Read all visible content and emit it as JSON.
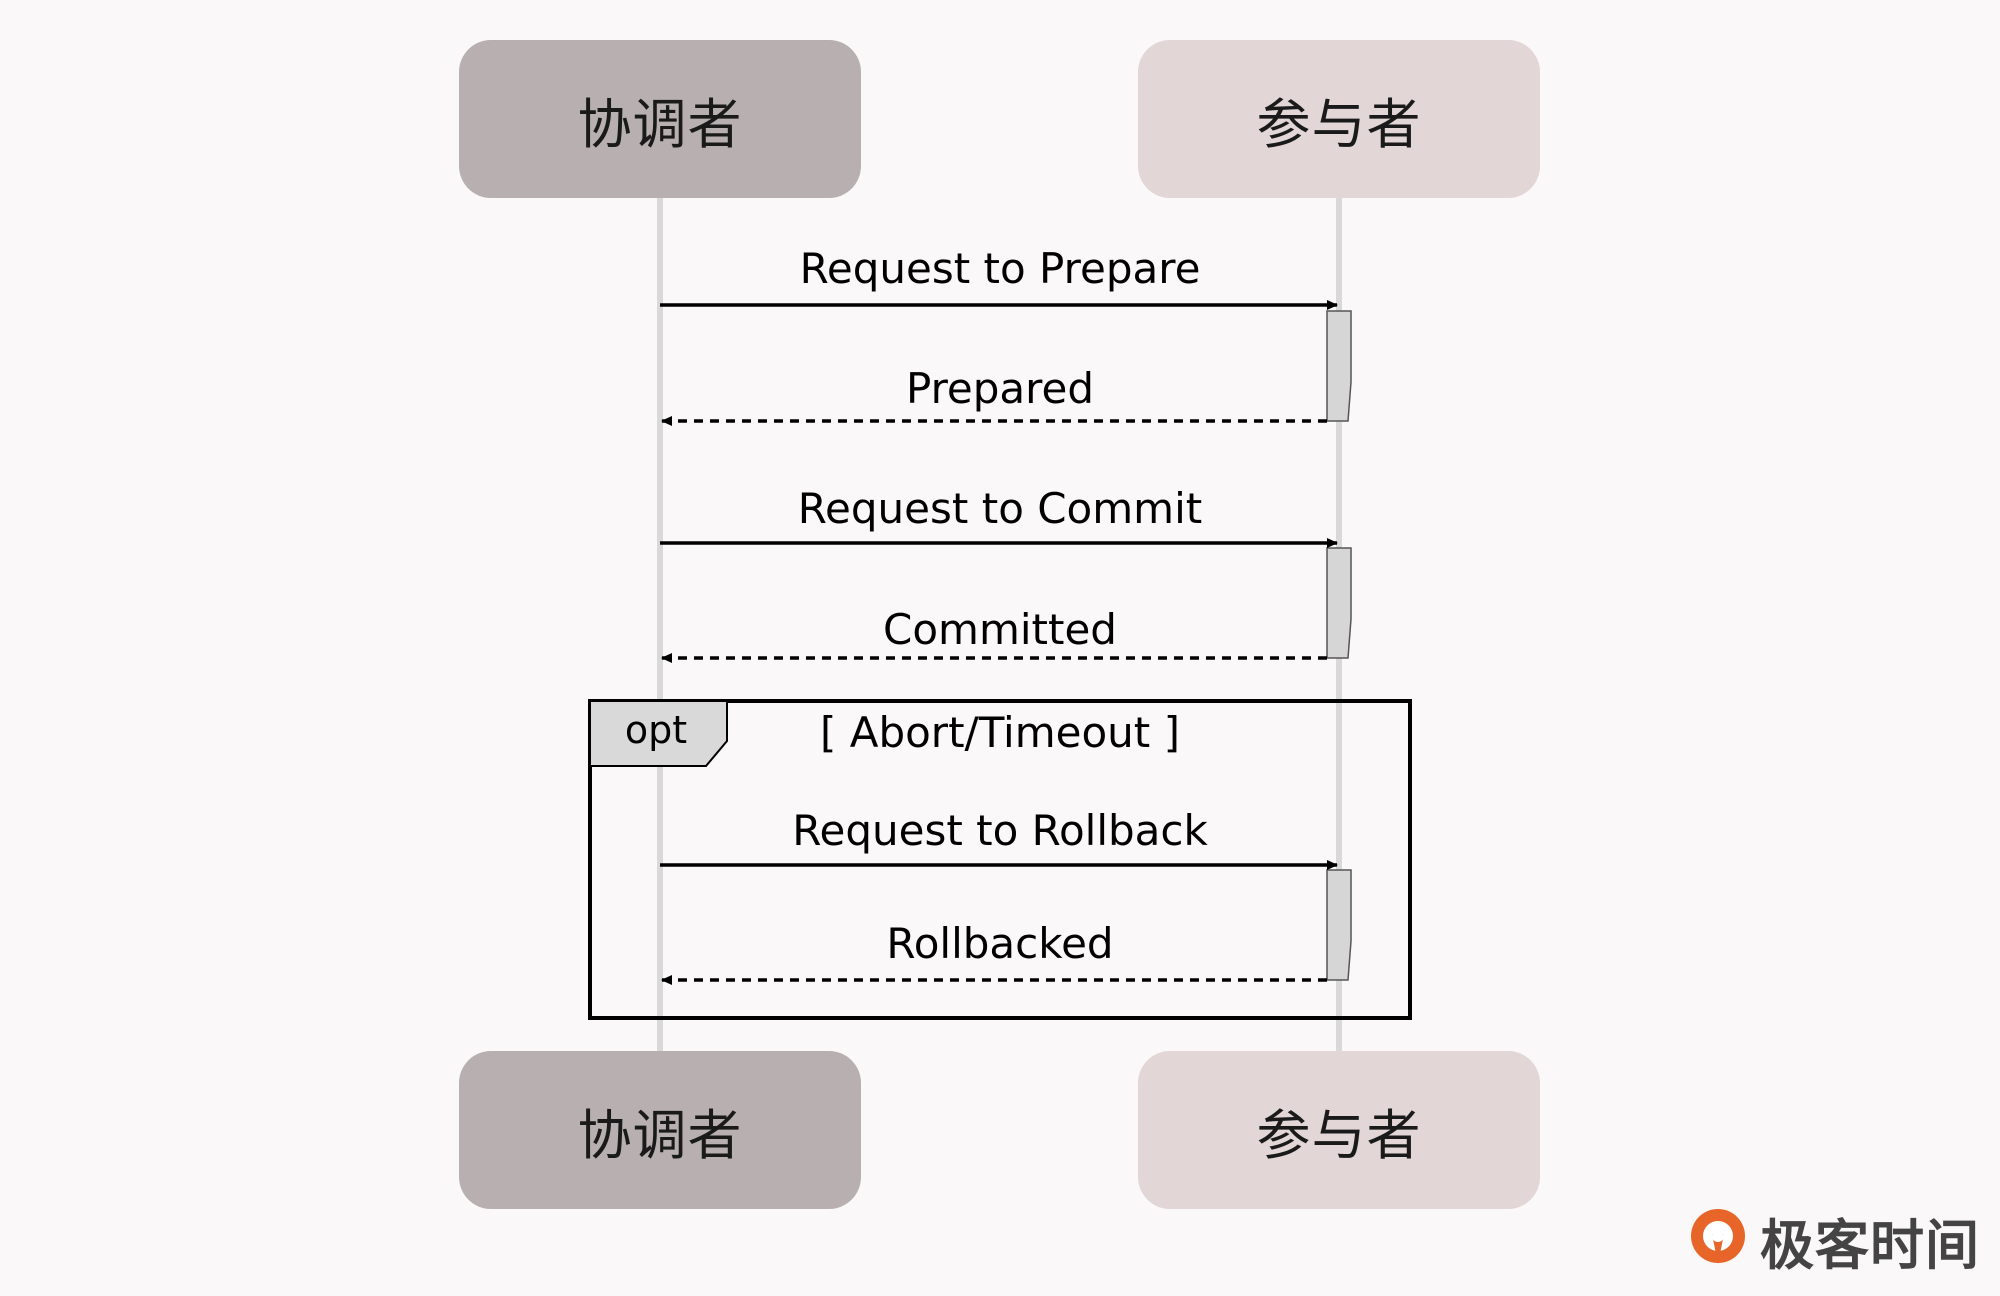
{
  "participants": {
    "coordinator": "协调者",
    "participant": "参与者"
  },
  "messages": [
    {
      "label": "Request to Prepare",
      "direction": "to-participant",
      "style": "solid"
    },
    {
      "label": "Prepared",
      "direction": "to-coordinator",
      "style": "dashed"
    },
    {
      "label": "Request to Commit",
      "direction": "to-participant",
      "style": "solid"
    },
    {
      "label": "Committed",
      "direction": "to-coordinator",
      "style": "dashed"
    },
    {
      "label": "Request to Rollback",
      "direction": "to-participant",
      "style": "solid"
    },
    {
      "label": "Rollbacked",
      "direction": "to-coordinator",
      "style": "dashed"
    }
  ],
  "fragment": {
    "operator": "opt",
    "guard": "[ Abort/Timeout ]"
  },
  "brand": {
    "name": "极客时间",
    "color": "#e8652a"
  },
  "colors": {
    "coordinator_box": "#b8b0b0",
    "participant_box": "#e2d6d6",
    "lifeline": "#d9d9d9",
    "activation": "#d6d6d6",
    "background": "#faf8f8"
  }
}
